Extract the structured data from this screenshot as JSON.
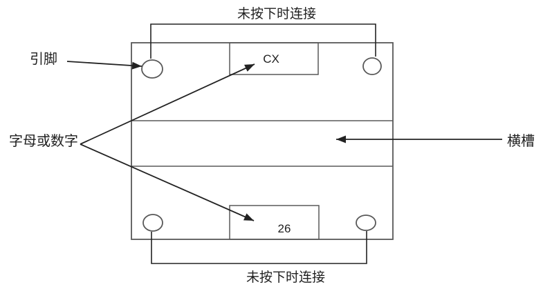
{
  "colors": {
    "background": "#ffffff",
    "line": "#585858",
    "accent_line": "#222222",
    "text": "#1f1f1f"
  },
  "diagram": {
    "top_bracket_label": "未按下时连接",
    "bottom_bracket_label": "未按下时连接",
    "pin_label": "引脚",
    "letters_or_numbers_label": "字母或数字",
    "horizontal_slot_label": "横槽",
    "top_code": "CX",
    "bottom_code": "26"
  }
}
